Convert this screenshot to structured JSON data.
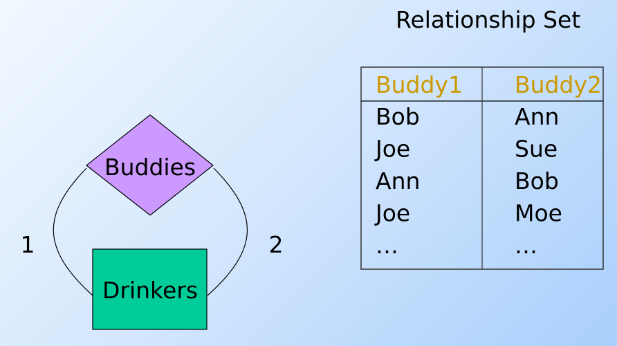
{
  "title": "Relationship Set",
  "diagram": {
    "relationship": "Buddies",
    "entity": "Drinkers",
    "role_left": "1",
    "role_right": "2",
    "colors": {
      "relationship_fill": "#cc99ff",
      "entity_fill": "#00cc99",
      "header_text": "#cc9900"
    }
  },
  "table": {
    "headers": [
      "Buddy1",
      "Buddy2"
    ],
    "rows": [
      [
        "Bob",
        "Ann"
      ],
      [
        "Joe",
        "Sue"
      ],
      [
        "Ann",
        "Bob"
      ],
      [
        "Joe",
        "Moe"
      ],
      [
        "…",
        "…"
      ]
    ]
  }
}
